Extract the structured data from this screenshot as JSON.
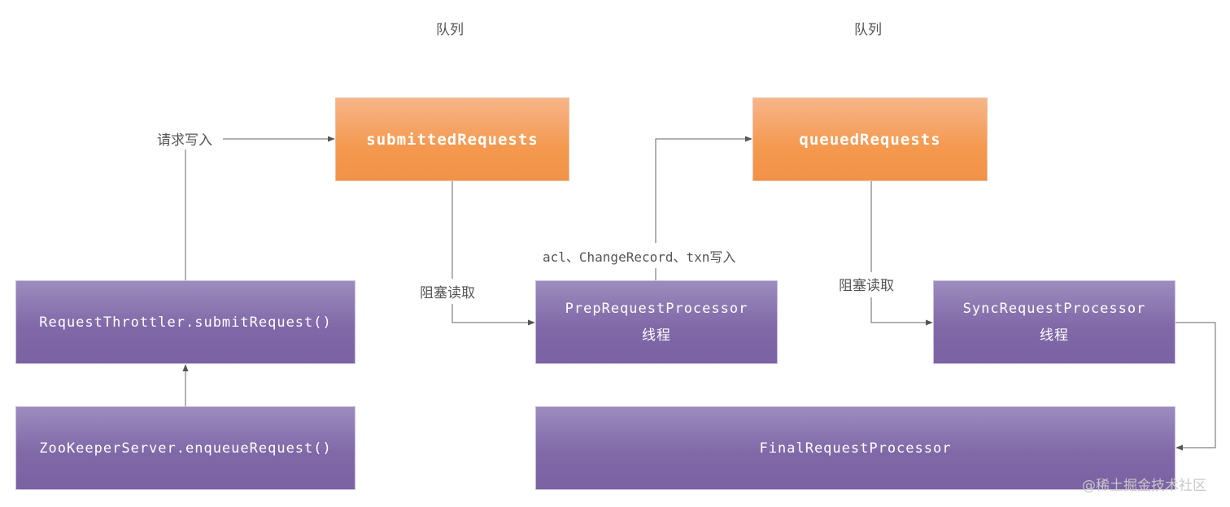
{
  "queue_label_left": "队列",
  "queue_label_right": "队列",
  "queues": {
    "submitted": "submittedRequests",
    "queued": "queuedRequests"
  },
  "processors": {
    "throttler": "RequestThrottler.submitRequest()",
    "zk_server": "ZooKeeperServer.enqueueRequest()",
    "prep": "PrepRequestProcessor",
    "prep_sub": "线程",
    "sync": "SyncRequestProcessor",
    "sync_sub": "线程",
    "final": "FinalRequestProcessor"
  },
  "edge_labels": {
    "request_write": "请求写入",
    "blocking_read_left": "阻塞读取",
    "acl_write": "acl、ChangeRecord、txn写入",
    "blocking_read_right": "阻塞读取"
  },
  "watermark": "@稀土掘金技术社区"
}
